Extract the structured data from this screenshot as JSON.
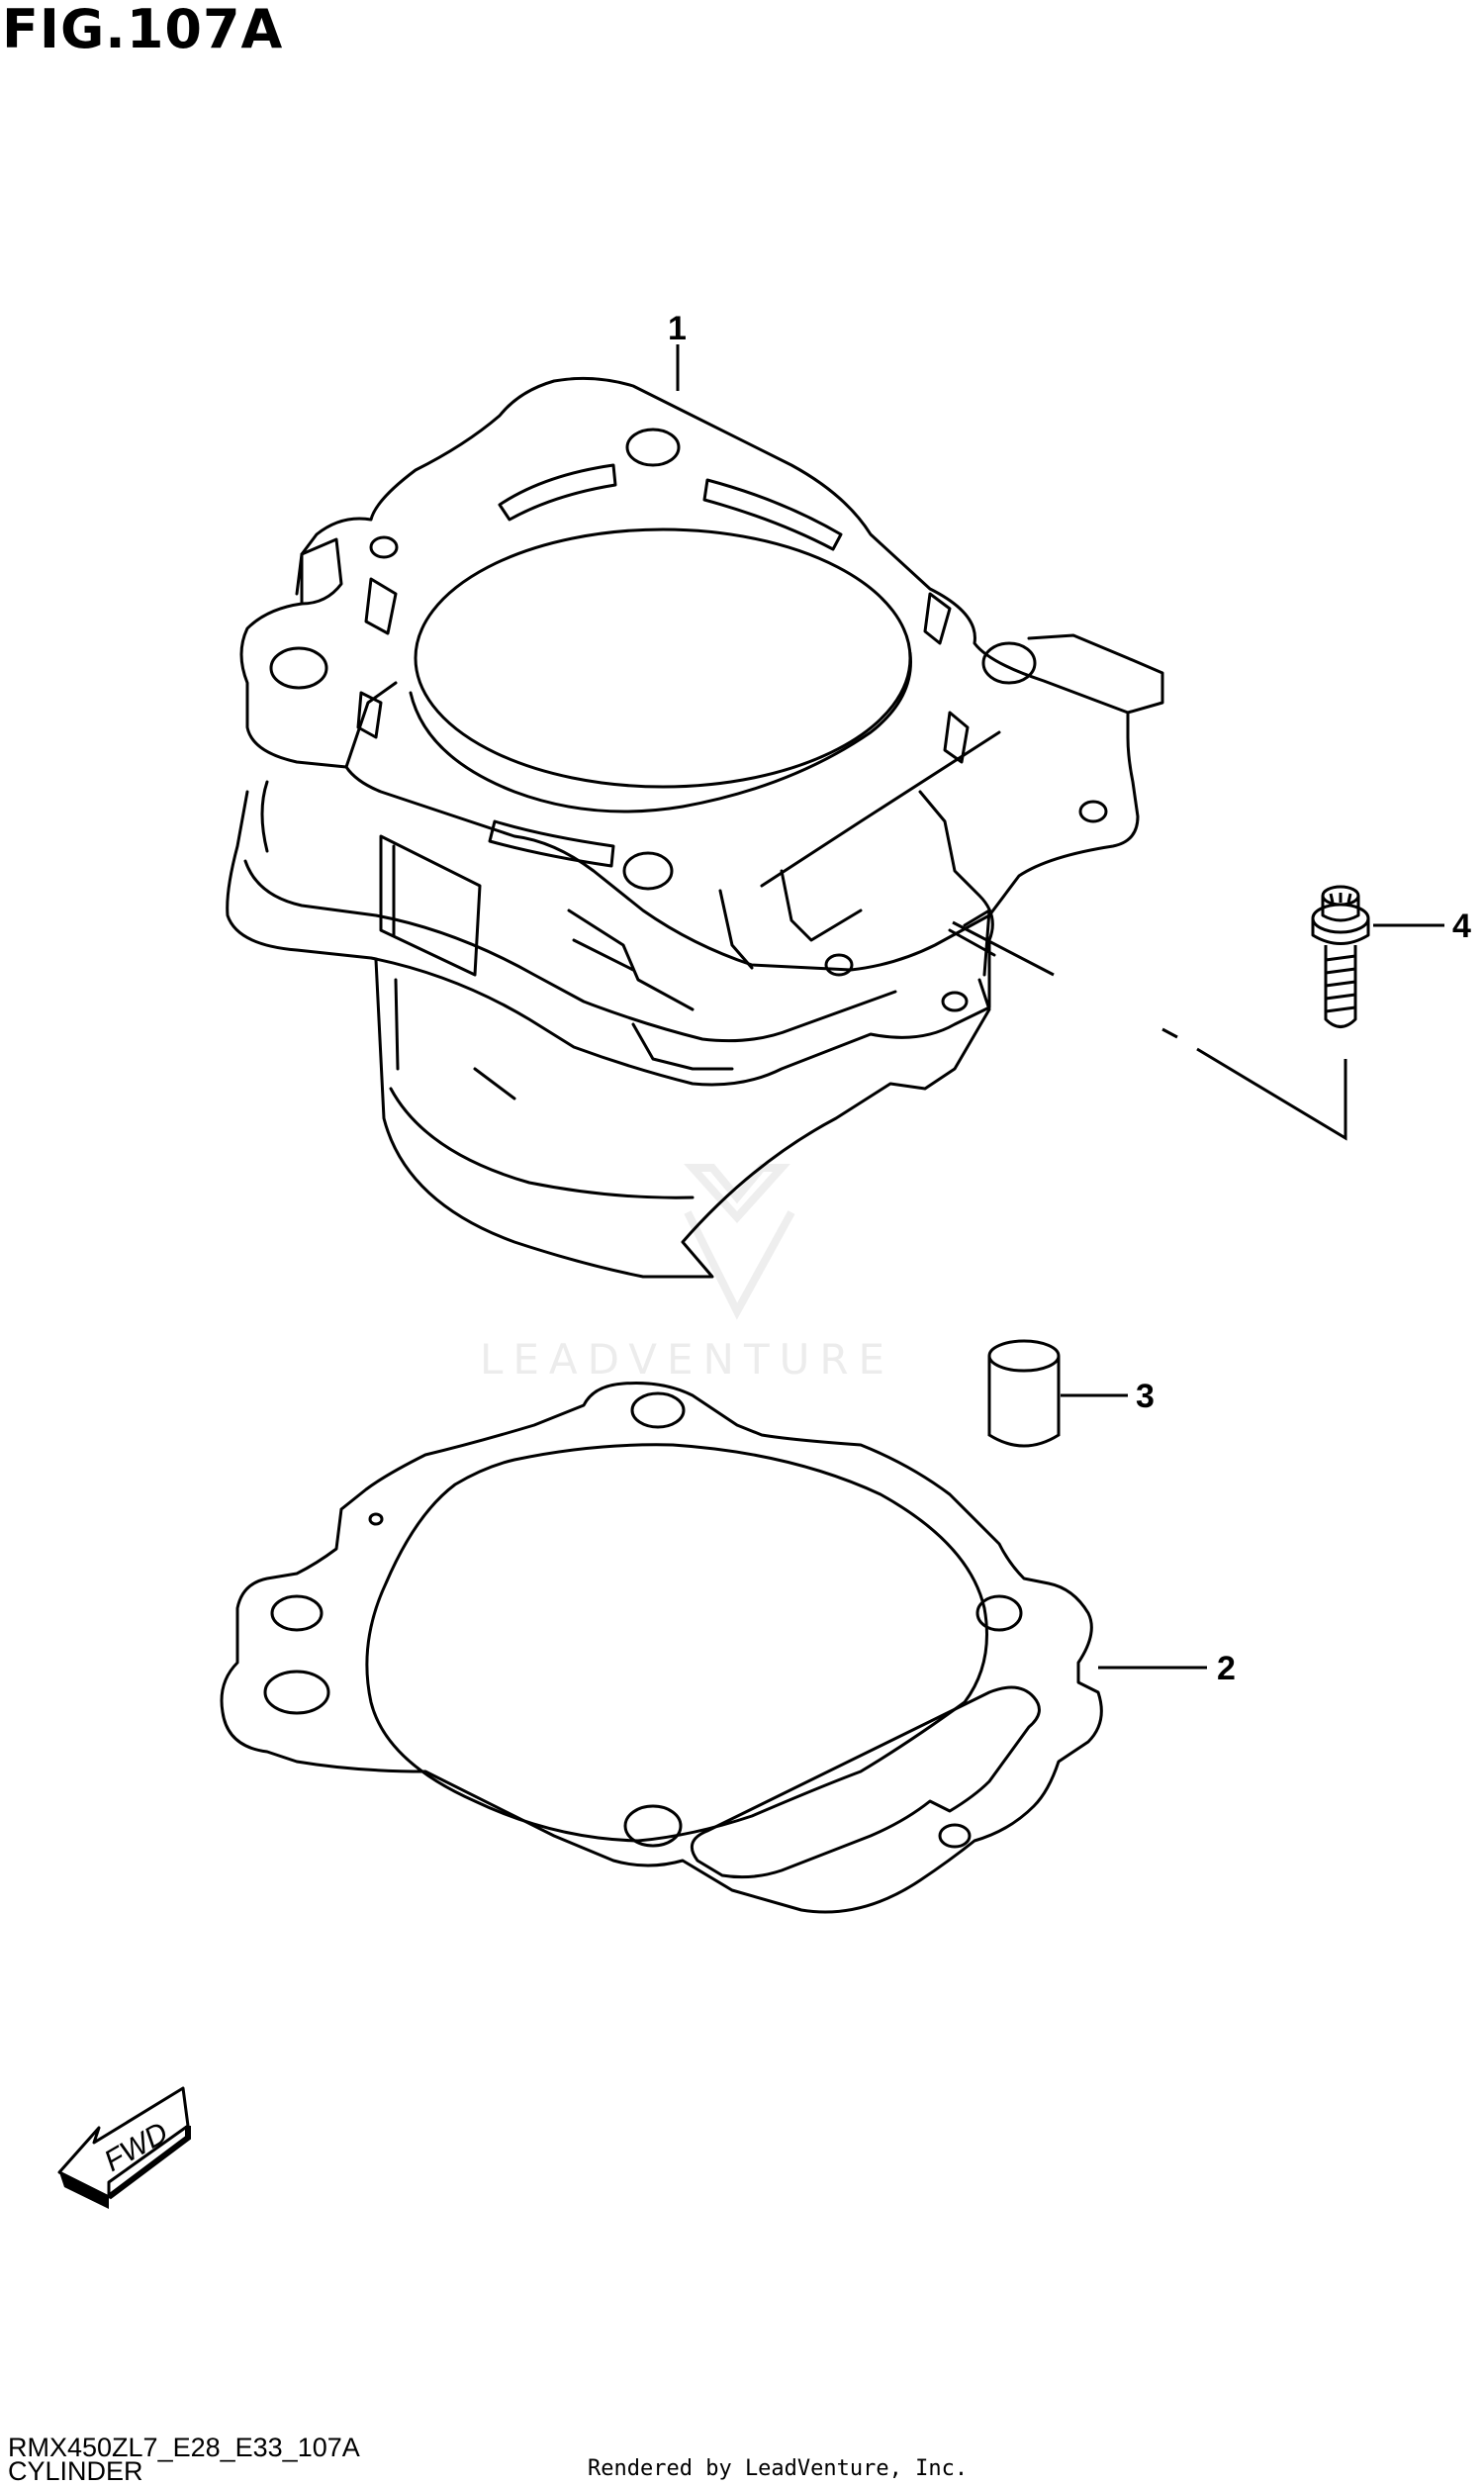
{
  "figure": {
    "title": "FIG.107A",
    "code": "RMX450ZL7_E28_E33_107A",
    "name": "CYLINDER"
  },
  "callouts": [
    {
      "id": "1",
      "part": "cylinder"
    },
    {
      "id": "2",
      "part": "cylinder-base-gasket"
    },
    {
      "id": "3",
      "part": "dowel-pin"
    },
    {
      "id": "4",
      "part": "bolt"
    }
  ],
  "fwd_label": "FWD",
  "watermark": "LEADVENTURE",
  "credit": "Rendered by LeadVenture, Inc."
}
